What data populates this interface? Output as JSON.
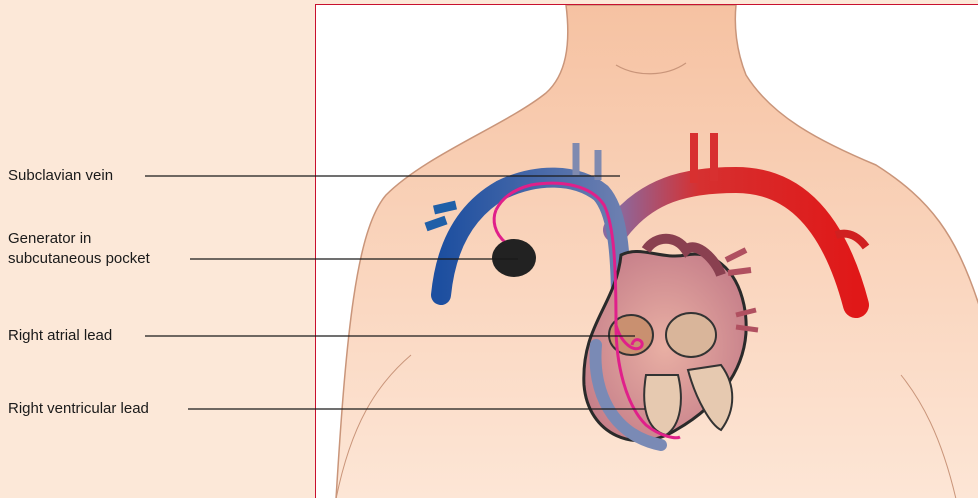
{
  "labels": {
    "subclavian_vein": "Subclavian vein",
    "generator_line1": "Generator in",
    "generator_line2": "subcutaneous pocket",
    "right_atrial_lead": "Right atrial lead",
    "right_ventricular_lead": "Right ventricular lead"
  },
  "colors": {
    "panel_background": "#fce8d8",
    "frame_border": "#c8102e",
    "skin": "#f7c9aa",
    "vein": "#1f5fa8",
    "artery": "#d62020",
    "lead": "#e0208a",
    "generator": "#222222"
  }
}
